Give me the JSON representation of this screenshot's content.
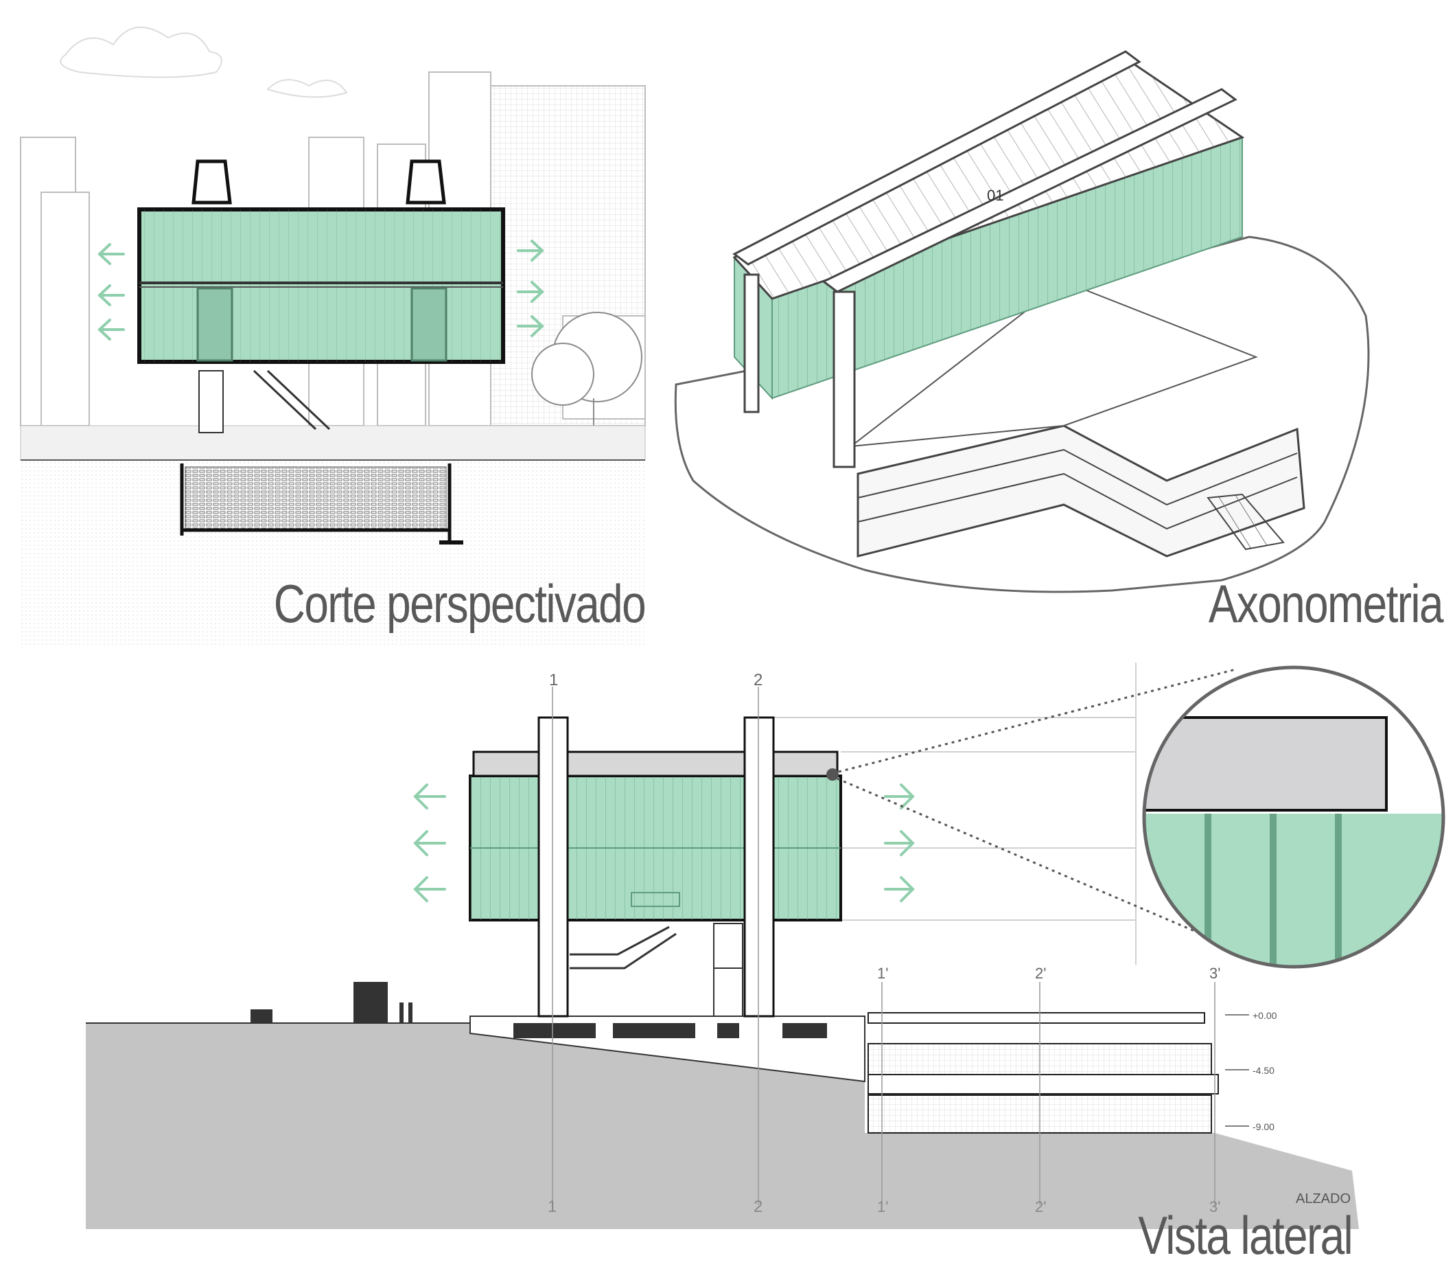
{
  "colors": {
    "glass": "#a9dcc2",
    "glass_stroke": "#5f9c7f",
    "arrow": "#8fcfac",
    "ground": "#c4c4c4",
    "caption": "#595959",
    "line": "#222222"
  },
  "panels": {
    "section": {
      "caption": "Corte perspectivado"
    },
    "axonometry": {
      "caption": "Axonometria",
      "block_label": "01"
    },
    "elevation": {
      "caption": "Vista lateral",
      "grid_top": [
        "1",
        "2"
      ],
      "grid_bottom": [
        "1",
        "2"
      ],
      "grid_right_top": [
        "1'",
        "2'",
        "3'"
      ],
      "grid_right_bottom": [
        "1'",
        "2'",
        "3'"
      ],
      "levels": [
        "+0.00",
        "-4.50",
        "-9.00"
      ],
      "sheet_label": "ALZADO"
    }
  },
  "icons": [
    "arrow-left-icon",
    "arrow-right-icon",
    "magnifier-detail-icon"
  ]
}
